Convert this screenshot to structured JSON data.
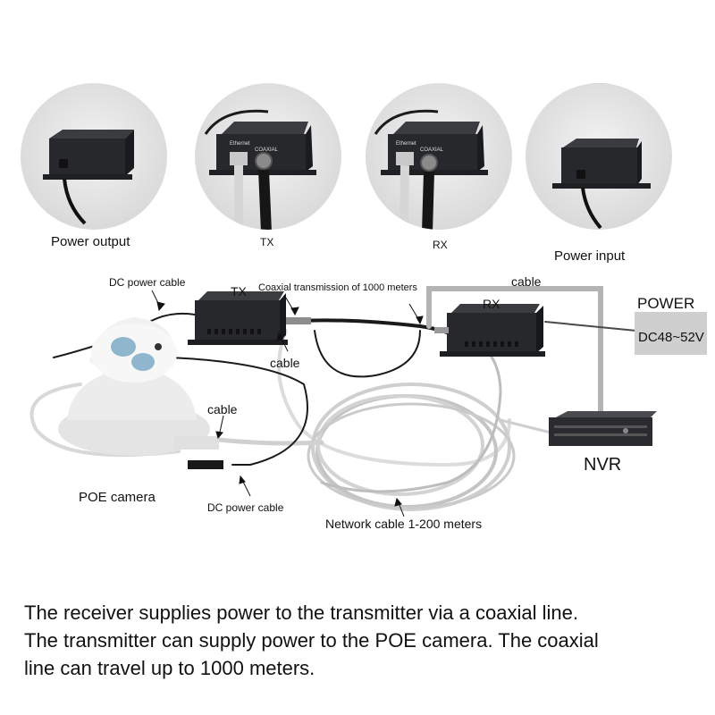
{
  "photos": {
    "power_output": "Power output",
    "tx": "TX",
    "rx": "RX",
    "power_input": "Power input",
    "port_ethernet": "Ethernet",
    "port_coaxial": "COAXIAL"
  },
  "diagram": {
    "dc_power_cable_top": "DC power cable",
    "tx_label": "TX",
    "coaxial_transmission": "Coaxial transmission of 1000 meters",
    "cable_top": "cable",
    "rx_label": "RX",
    "power_label": "POWER",
    "power_value": "DC48~52V",
    "cable_middle": "cable",
    "cable_left": "cable",
    "nvr_label": "NVR",
    "poe_camera": "POE camera",
    "dc_power_cable_bottom": "DC power cable",
    "network_cable": "Network cable 1-200 meters"
  },
  "caption": {
    "line1": "The receiver supplies power to the transmitter via a coaxial line.",
    "line2": "The transmitter can supply power to the POE camera. The coaxial",
    "line3": "line can travel up to 1000 meters."
  },
  "colors": {
    "device_body": "#26282c",
    "cable_white": "#dcdcdc",
    "cable_gray": "#a9a9a9",
    "power_box": "#cfcfcf"
  }
}
